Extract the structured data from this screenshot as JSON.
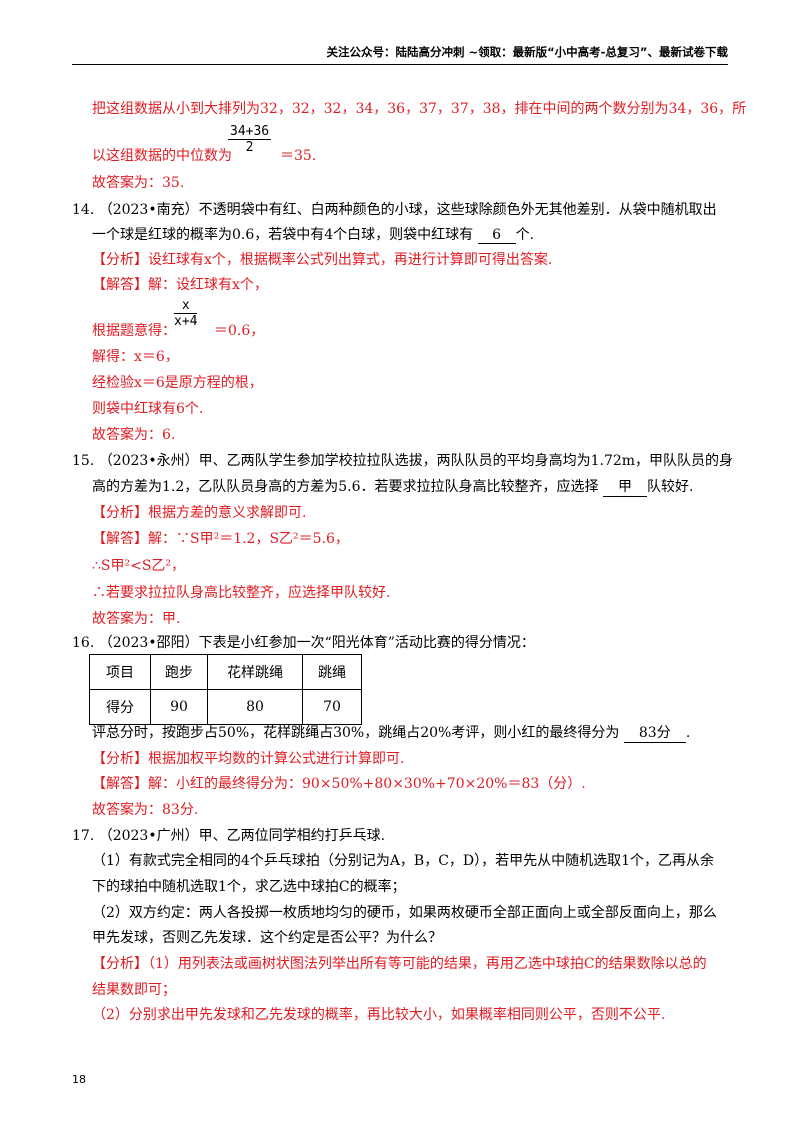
{
  "header": {
    "text": "关注公众号：陆陆高分冲刺 ~领取：最新版“小中高考-总复习”、最新试卷下载"
  },
  "q13": {
    "line1": "把这组数据从小到大排列为32，32，32，34，36，37，37，38，排在中间的两个数分别为34，36，所",
    "line2_prefix": "以这组数据的中位数为",
    "frac_num": "34+36",
    "frac_den": "2",
    "line2_suffix": "＝35.",
    "answer": "故答案为：35."
  },
  "q14": {
    "line1": "14. （2023•南充）不透明袋中有红、白两种颜色的小球，这些球除颜色外无其他差别．从袋中随机取出",
    "line2_prefix": "一个球是红球的概率为0.6，若袋中有4个白球，则袋中红球有",
    "blank": "6",
    "line2_suffix": "个.",
    "analysis": "【分析】设红球有x个，根据概率公式列出算式，再进行计算即可得出答案.",
    "solution": "【解答】解：设红球有x个，",
    "eq_prefix": "根据题意得：",
    "frac_num": "x",
    "frac_den": "x+4",
    "eq_suffix": "＝0.6，",
    "solve": "解得：x＝6，",
    "check": "经检验x＝6是原方程的根，",
    "conclusion": "则袋中红球有6个.",
    "answer": "故答案为：6."
  },
  "q15": {
    "line1": "15. （2023•永州）甲、乙两队学生参加学校拉拉队选拔，两队队员的平均身高均为1.72m，甲队队员的身",
    "line2_prefix": "高的方差为1.2，乙队队员身高的方差为5.6．若要求拉拉队身高比较整齐，应选择",
    "blank": "甲",
    "line2_suffix": "队较好.",
    "analysis": "【分析】根据方差的意义求解即可.",
    "solution": "【解答】解：∵S甲²＝1.2，S乙²＝5.6，",
    "therefore1": "∴S甲²<S乙²，",
    "therefore2": "∴若要求拉拉队身高比较整齐，应选择甲队较好.",
    "answer": "故答案为：甲."
  },
  "q16": {
    "line1": "16. （2023•邵阳）下表是小红参加一次“阳光体育”活动比赛的得分情况：",
    "table": {
      "row1": [
        "项目",
        "跑步",
        "花样跳绳",
        "跳绳"
      ],
      "row2": [
        "得分",
        "90",
        "80",
        "70"
      ]
    },
    "line2_prefix": "评总分时，按跑步占50%，花样跳绳占30%，跳绳占20%考评，则小红的最终得分为",
    "blank": "83分",
    "line2_suffix": ".",
    "analysis": "【分析】根据加权平均数的计算公式进行计算即可.",
    "solution": "【解答】解：小红的最终得分为：90×50%+80×30%+70×20%＝83（分）.",
    "answer": "故答案为：83分."
  },
  "q17": {
    "line1": "17. （2023•广州）甲、乙两位同学相约打乒乓球.",
    "part1_a": "（1）有款式完全相同的4个乒乓球拍（分别记为A，B，C，D），若甲先从中随机选取1个，乙再从余",
    "part1_b": "下的球拍中随机选取1个，求乙选中球拍C的概率；",
    "part2_a": "（2）双方约定：两人各投掷一枚质地均匀的硬币，如果两枚硬币全部正面向上或全部反面向上，那么",
    "part2_b": "甲先发球，否则乙先发球．这个约定是否公平？为什么？",
    "analysis_a": "【分析】（1）用列表法或画树状图法列举出所有等可能的结果，再用乙选中球拍C的结果数除以总的",
    "analysis_b": "结果数即可；",
    "analysis_c": "（2）分别求出甲先发球和乙先发球的概率，再比较大小，如果概率相同则公平，否则不公平."
  },
  "page": {
    "number": "18"
  }
}
